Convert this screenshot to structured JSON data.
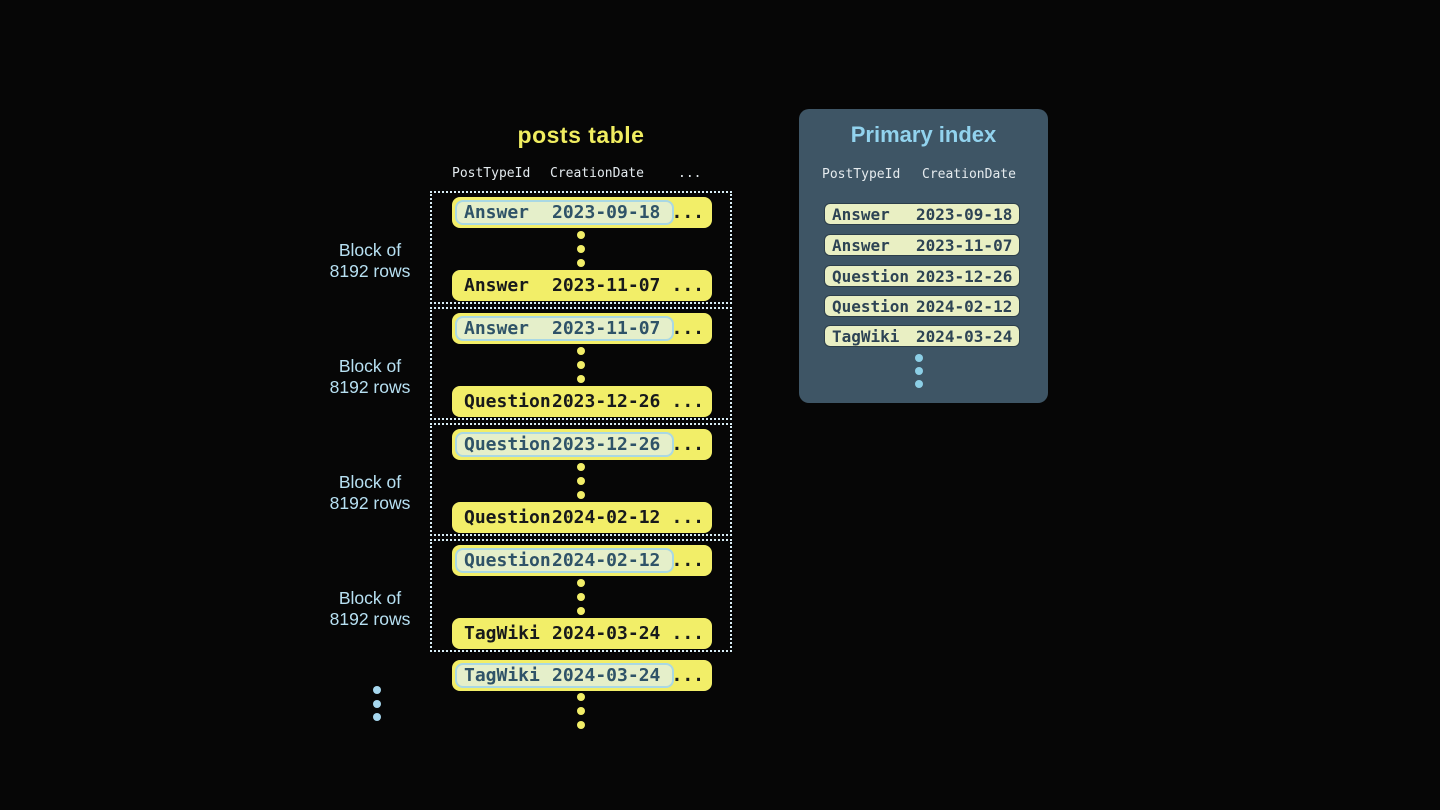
{
  "colors": {
    "background": "#060606",
    "row_yellow": "#f2ee68",
    "row_text": "#17191b",
    "highlight_bg": "#e5efca",
    "highlight_border": "#a9d8e4",
    "highlight_text": "#2f5368",
    "block_dotted_border": "#d7ecf4",
    "block_label_blue": "#b7e0f2",
    "panel_bg": "#3e5565",
    "panel_title_blue": "#92d3ee",
    "index_row_bg": "#e9efc3",
    "index_row_border": "#2c3e4a",
    "index_row_text": "#2d4354",
    "blue_dots": "#8ccfe6",
    "title_yellow": "#f0ed60"
  },
  "posts_table": {
    "title": "posts table",
    "ellipsis": "...",
    "header": {
      "col1": "PostTypeId",
      "col2": "CreationDate",
      "more": "..."
    },
    "blocks": [
      {
        "label_line1": "Block of",
        "label_line2": "8192 rows",
        "first": {
          "type": "Answer",
          "date": "2023-09-18"
        },
        "last": {
          "type": "Answer",
          "date": "2023-11-07"
        }
      },
      {
        "label_line1": "Block of",
        "label_line2": "8192 rows",
        "first": {
          "type": "Answer",
          "date": "2023-11-07"
        },
        "last": {
          "type": "Question",
          "date": "2023-12-26"
        }
      },
      {
        "label_line1": "Block of",
        "label_line2": "8192 rows",
        "first": {
          "type": "Question",
          "date": "2023-12-26"
        },
        "last": {
          "type": "Question",
          "date": "2024-02-12"
        }
      },
      {
        "label_line1": "Block of",
        "label_line2": "8192 rows",
        "first": {
          "type": "Question",
          "date": "2024-02-12"
        },
        "last": {
          "type": "TagWiki",
          "date": "2024-03-24"
        }
      }
    ],
    "trailing_row": {
      "type": "TagWiki",
      "date": "2024-03-24"
    }
  },
  "primary_index": {
    "title": "Primary index",
    "header": {
      "col1": "PostTypeId",
      "col2": "CreationDate"
    },
    "rows": [
      {
        "type": "Answer",
        "date": "2023-09-18"
      },
      {
        "type": "Answer",
        "date": "2023-11-07"
      },
      {
        "type": "Question",
        "date": "2023-12-26"
      },
      {
        "type": "Question",
        "date": "2024-02-12"
      },
      {
        "type": "TagWiki",
        "date": "2024-03-24"
      }
    ]
  }
}
